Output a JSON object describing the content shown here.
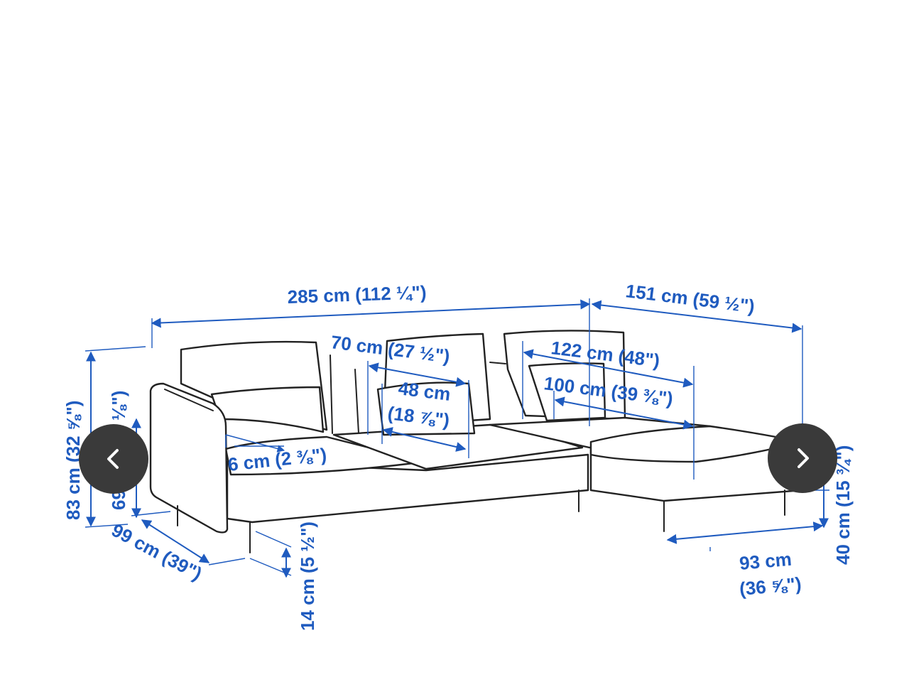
{
  "diagram": {
    "labels": {
      "total_width": "285 cm (112 ¼\")",
      "chaise_width": "151 cm (59 ½\")",
      "seat_width": "70 cm (27 ½\")",
      "seat_depth_line1": "48 cm",
      "seat_depth_line2": "(18 ⅞\")",
      "chaise_length": "122 cm (48\")",
      "chaise_seat_length": "100 cm (39 ⅜\")",
      "arm_width": "6 cm (2 ⅜\")",
      "total_height": "83 cm (32 ⅝\")",
      "back_height": "69 cm (27 ⅛\")",
      "depth": "99 cm (39\")",
      "leg_height": "14 cm (5 ½\")",
      "chaise_depth_line1": "93 cm",
      "chaise_depth_line2": "(36 ⅝\")",
      "seat_height": "40 cm (15 ¾\")"
    }
  },
  "navigation": {
    "prev_icon": "chevron-left-icon",
    "next_icon": "chevron-right-icon"
  },
  "colors": {
    "dimension": "#1f5bbf",
    "outline": "#222222",
    "nav_button": "#3a3a3a",
    "nav_icon": "#ffffff"
  }
}
